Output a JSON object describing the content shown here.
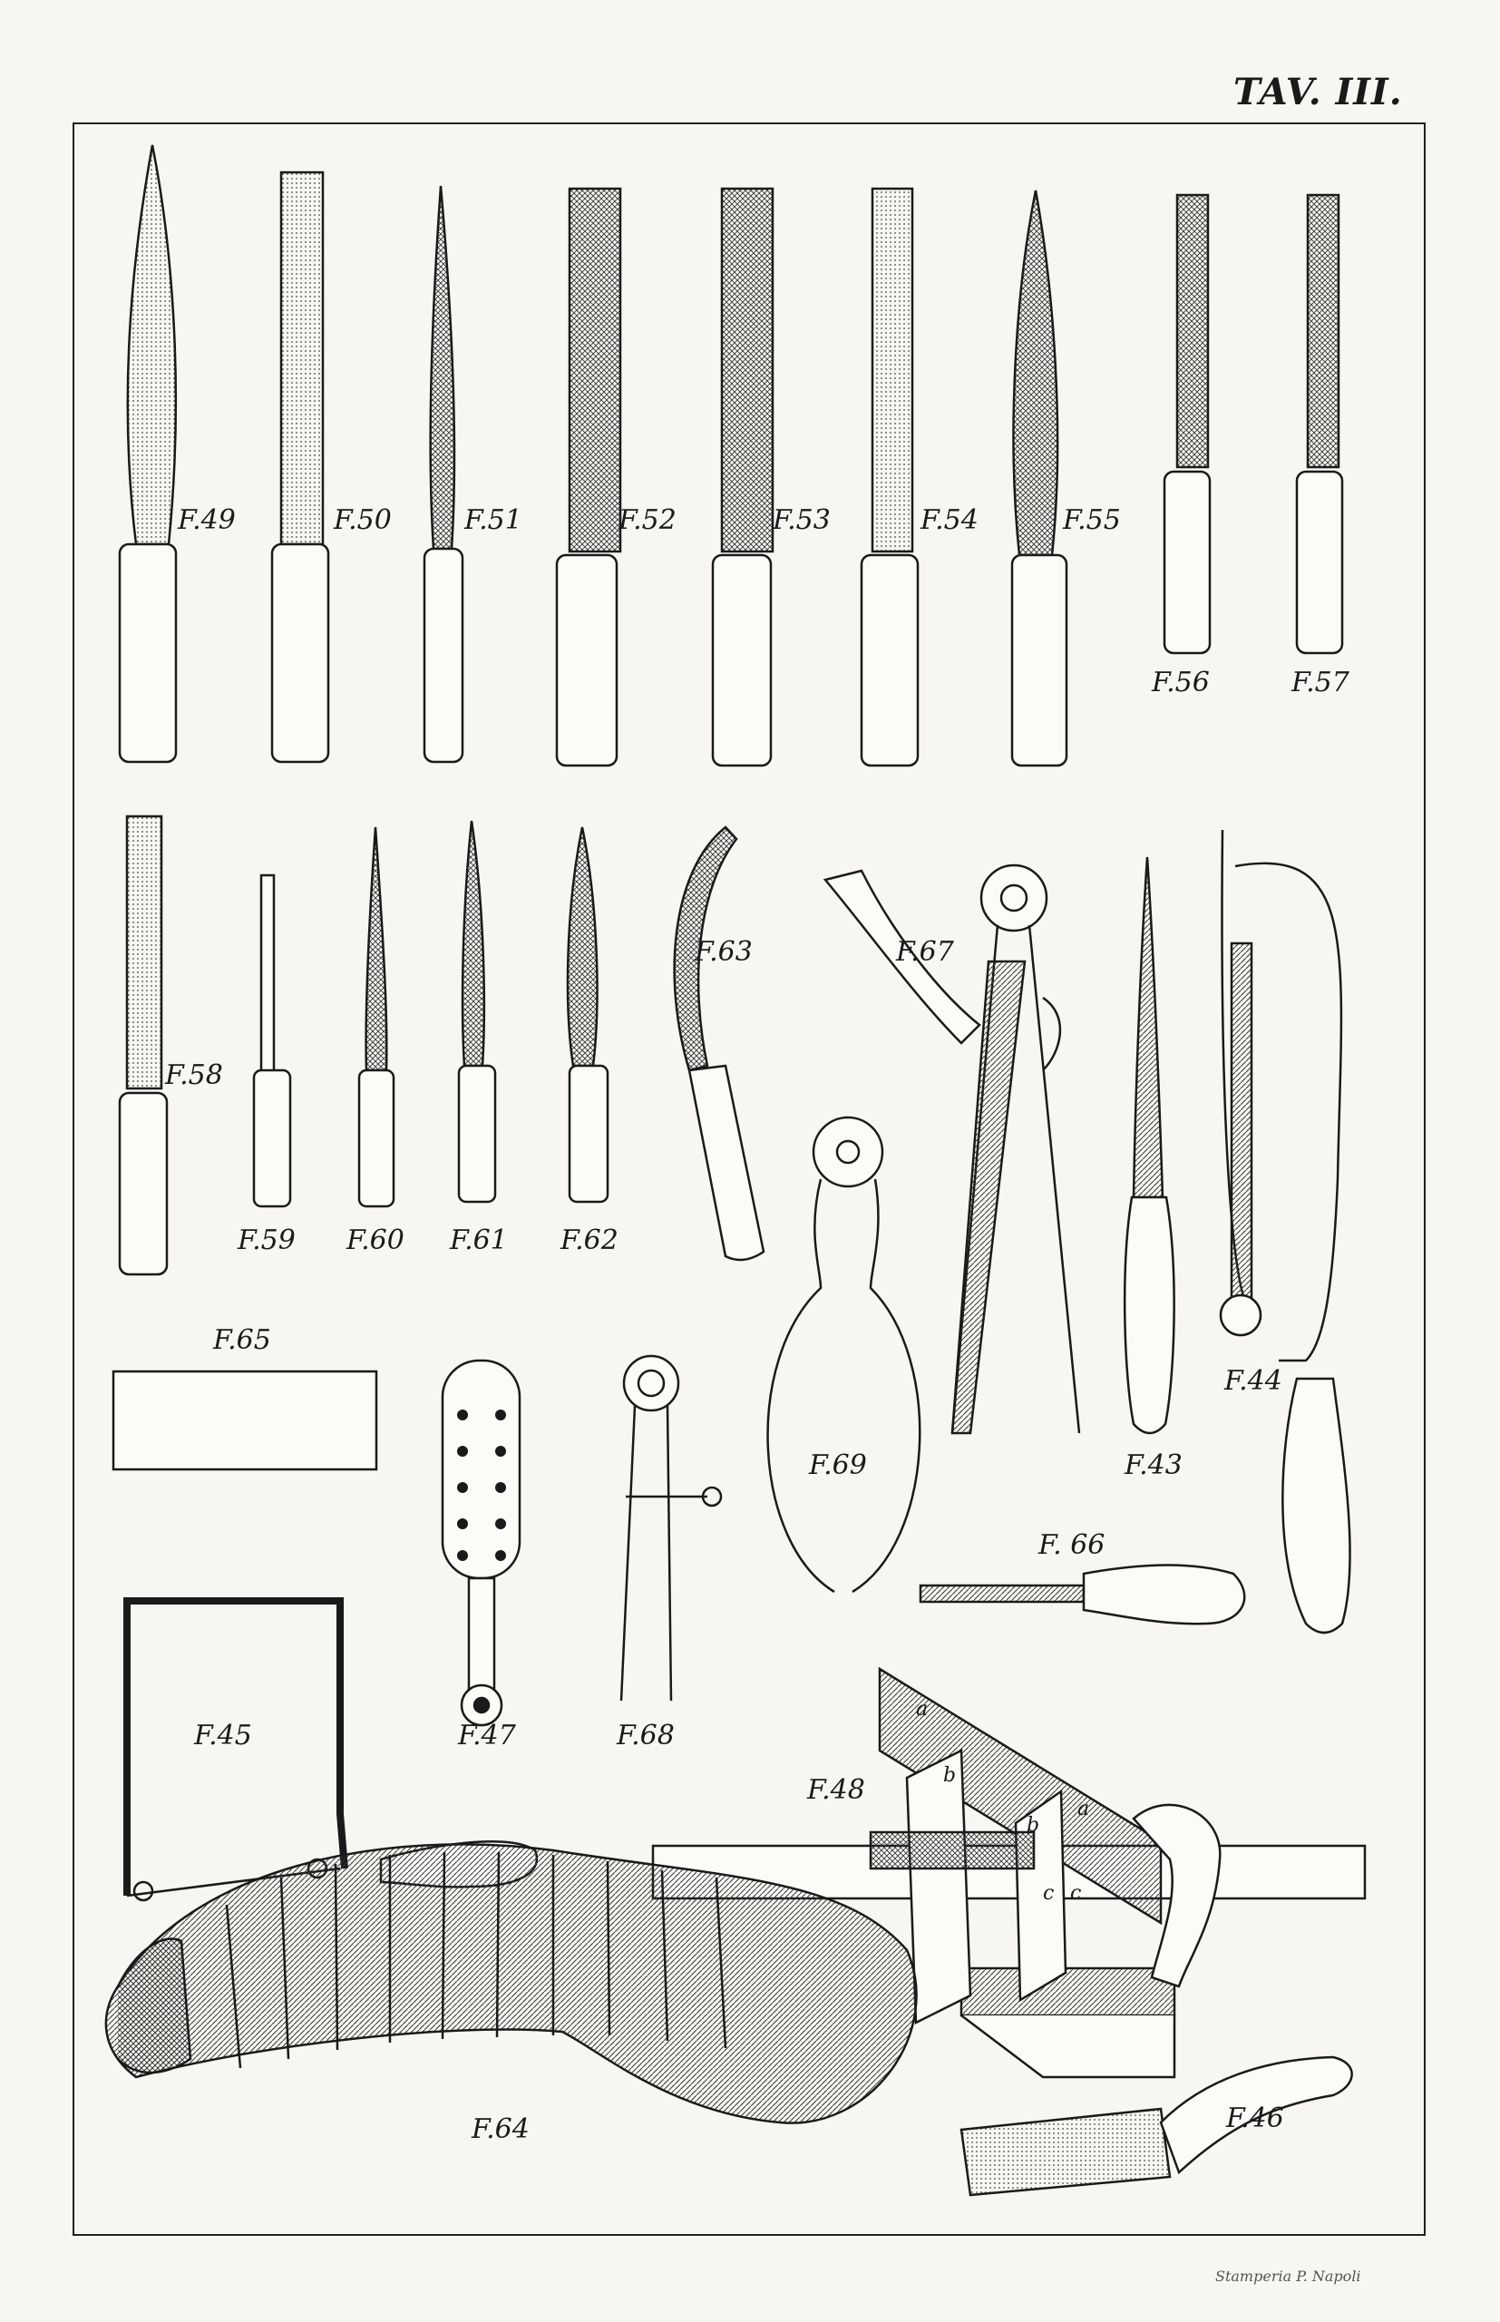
{
  "plate": {
    "title": "TAV. III.",
    "printer": "Stamperia P. Napoli"
  },
  "figures": {
    "f49": "F.49",
    "f50": "F.50",
    "f51": "F.51",
    "f52": "F.52",
    "f53": "F.53",
    "f54": "F.54",
    "f55": "F.55",
    "f56": "F.56",
    "f57": "F.57",
    "f58": "F.58",
    "f59": "F.59",
    "f60": "F.60",
    "f61": "F.61",
    "f62": "F.62",
    "f63": "F.63",
    "f67": "F.67",
    "f65": "F.65",
    "f69": "F.69",
    "f43": "F.43",
    "f44": "F.44",
    "f66": "F. 66",
    "f45": "F.45",
    "f47": "F.47",
    "f68": "F.68",
    "f48": "F.48",
    "f64": "F.64",
    "f46": "F.46"
  },
  "miter_letters": {
    "a1": "a",
    "a2": "a",
    "b1": "b",
    "b2": "b",
    "c1": "c",
    "c2": "c"
  }
}
